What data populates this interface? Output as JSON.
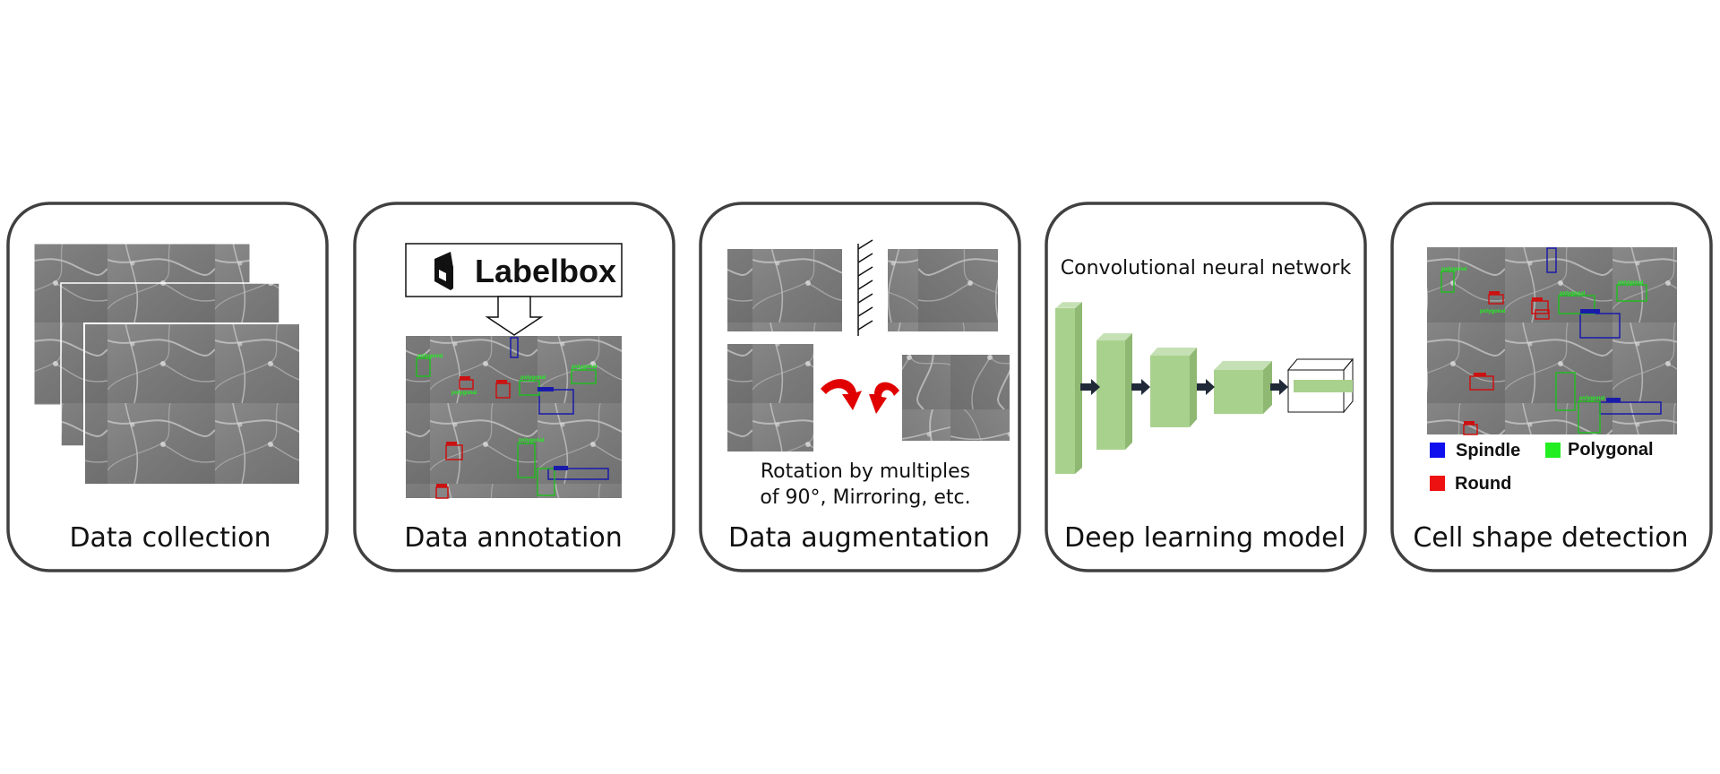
{
  "panels": [
    {
      "title": "Data collection"
    },
    {
      "title": "Data annotation",
      "tool_name": "Labelbox"
    },
    {
      "title": "Data augmentation",
      "caption_line1": "Rotation by multiples",
      "caption_line2": "of 90°, Mirroring, etc."
    },
    {
      "title": "Deep learning model",
      "subtitle": "Convolutional neural network"
    },
    {
      "title": "Cell shape detection"
    }
  ],
  "annotation_tags": {
    "spindle": "spindle",
    "polygonal": "polygonal",
    "round": "round"
  },
  "legend": [
    {
      "label": "Spindle",
      "color": "#1010ee"
    },
    {
      "label": "Polygonal",
      "color": "#22ee22"
    },
    {
      "label": "Round",
      "color": "#ee1111"
    }
  ],
  "colors": {
    "panel_border": "#404040",
    "cnn_block": "#a9d18e",
    "cnn_arrow": "#1f2937",
    "rotation_arrow": "#e00000",
    "box_spindle": "#1a1aaa",
    "box_polygonal": "#22bb22",
    "box_round": "#cc1111"
  }
}
